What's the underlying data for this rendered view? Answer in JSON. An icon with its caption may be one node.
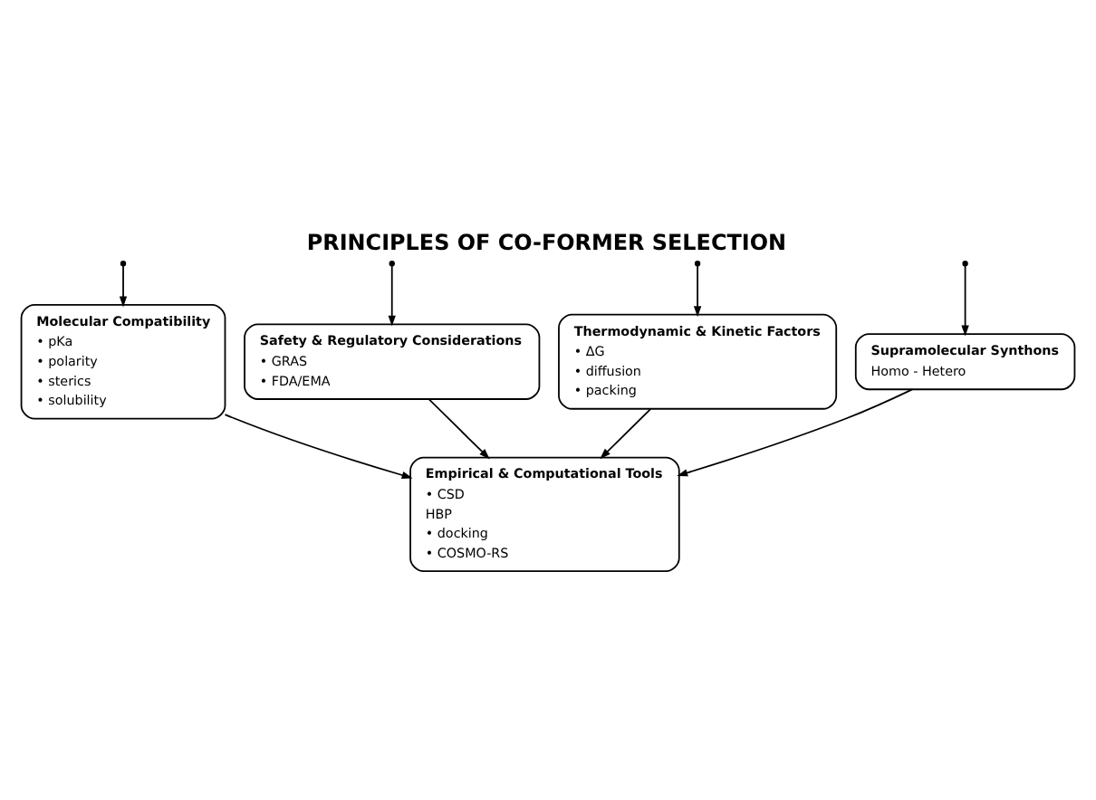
{
  "diagram": {
    "title": "PRINCIPLES OF CO-FORMER SELECTION",
    "nodes": [
      {
        "text": [
          "Supramolecular Synthons",
          "Homo - Hetero"
        ]
      },
      {
        "text": [
          "Molecular Compatibility",
          "• pKa",
          "• polarity",
          "• sterics",
          "• solubility"
        ]
      },
      {
        "text": [
          "Safety & Regulatory Considerations",
          "• GRAS",
          "• FDA/EMA"
        ]
      },
      {
        "text": [
          "Thermodynamic & Kinetic Factors",
          "• ΔG",
          "• diffusion",
          "• packing"
        ]
      },
      {
        "text": [
          "Empirical & Computational Tools",
          "• CSD",
          "HBP",
          "• docking",
          "• COSMO-RS"
        ]
      }
    ],
    "edges": [
      {
        "from": null,
        "to": 0,
        "arrow": "to"
      },
      {
        "from": null,
        "to": 1,
        "arrow": "to"
      },
      {
        "from": null,
        "to": 2,
        "arrow": "to"
      },
      {
        "from": null,
        "to": 3,
        "arrow": "to"
      },
      {
        "from": 0,
        "to": 4,
        "arrow": "to"
      },
      {
        "from": 1,
        "to": 4,
        "arrow": "to"
      },
      {
        "from": 2,
        "to": 4,
        "arrow": "to"
      },
      {
        "from": 3,
        "to": 4,
        "arrow": "to"
      }
    ]
  }
}
